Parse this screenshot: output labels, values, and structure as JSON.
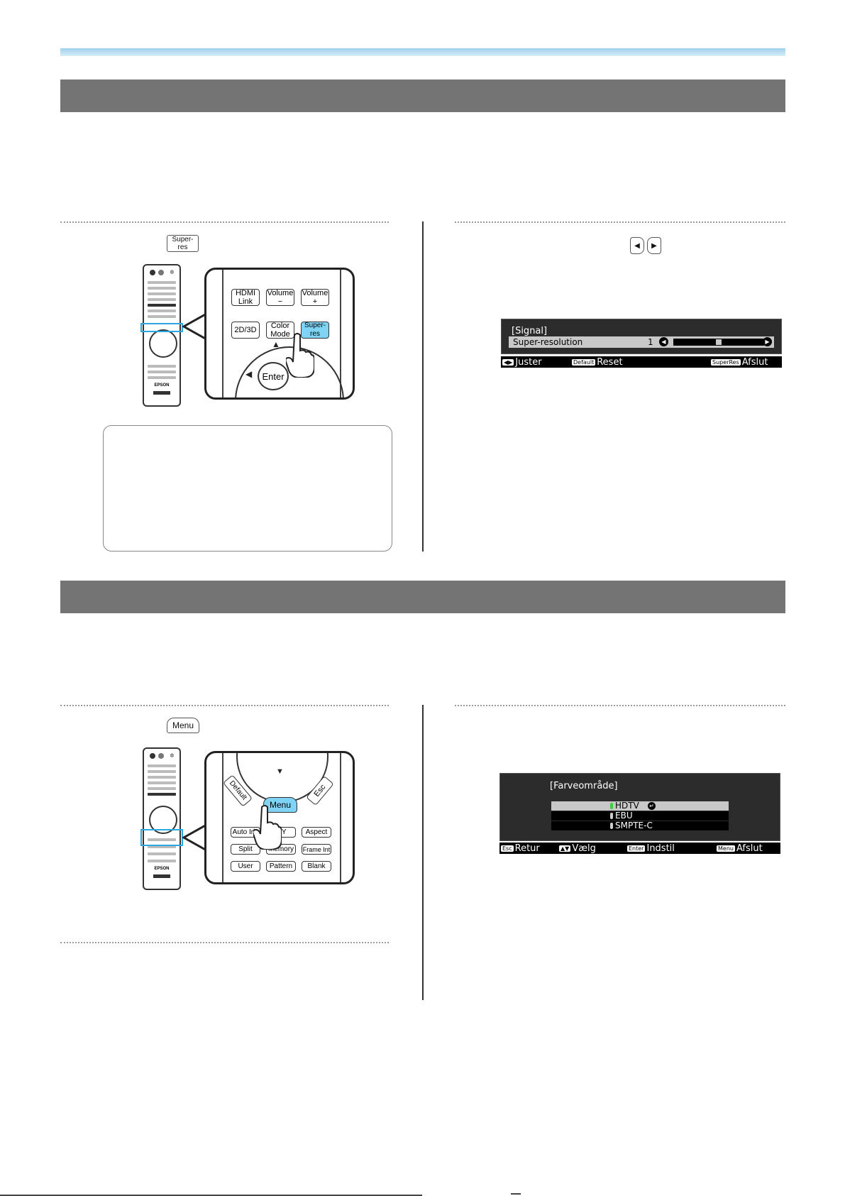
{
  "remote_keys": {
    "super_res": "Super-res",
    "menu": "Menu"
  },
  "zoom1": {
    "hdmi_link": "HDMI\nLink",
    "volume_minus": "Volume\n−",
    "volume_plus": "Volume\n+",
    "k2d3d": "2D/3D",
    "color_mode": "Color\nMode",
    "super_res": "Super-res",
    "enter": "Enter"
  },
  "zoom2": {
    "default": "Default",
    "menu": "Menu",
    "esc": "Esc",
    "auto_iris": "Auto Iris",
    "my": "MY",
    "aspect": "Aspect",
    "split": "Split",
    "memory": "Memory",
    "frame_int": "Frame Int",
    "user": "User",
    "pattern": "Pattern",
    "blank": "Blank"
  },
  "remote_brand": "EPSON",
  "osd1": {
    "title": "[Signal]",
    "item": "Super-resolution",
    "value": "1",
    "slider_fraction": 0.5,
    "footer": {
      "adjust": "Juster",
      "default_key": "Default",
      "reset": "Reset",
      "superres_key": "SuperRes",
      "exit": "Afslut"
    }
  },
  "osd2": {
    "title": "[Farveområde]",
    "options": [
      "HDTV",
      "EBU",
      "SMPTE-C"
    ],
    "selected": "HDTV",
    "footer": {
      "esc_key": "Esc",
      "back": "Retur",
      "select": "Vælg",
      "enter_key": "Enter",
      "set": "Indstil",
      "menu_key": "Menu",
      "exit": "Afslut"
    }
  },
  "colors": {
    "section_bar": "#747474",
    "highlight": "#7fd3f5",
    "osd_bg": "#2c2c2c"
  }
}
